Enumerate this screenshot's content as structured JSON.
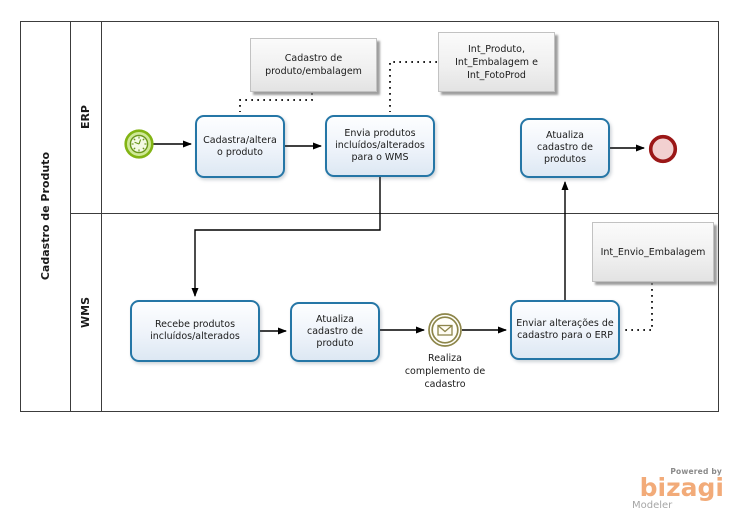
{
  "pool": {
    "title": "Cadastro de Produto",
    "lanes": [
      {
        "label": "ERP"
      },
      {
        "label": "WMS"
      }
    ]
  },
  "tasks": {
    "cadastra": "Cadastra/altera o produto",
    "envia": "Envia produtos incluídos/alterados para o WMS",
    "atualiza_erp": "Atualiza cadastro de produtos",
    "recebe": "Recebe produtos incluídos/alterados",
    "atualiza_wms": "Atualiza cadastro de produto",
    "enviar_alteracoes": "Enviar alterações de cadastro para o ERP"
  },
  "annotations": {
    "cadastro_embalagem": "Cadastro de produto/embalagem",
    "int_produto": "Int_Produto, Int_Embalagem e Int_FotoProd",
    "int_envio": "Int_Envio_Embalagem"
  },
  "events": {
    "start": {
      "type": "timer-start-event",
      "color": "#82b414"
    },
    "end": {
      "type": "end-event",
      "color": "#9b1717"
    },
    "message": {
      "type": "intermediate-message-event",
      "color": "#8d864a",
      "label": "Realiza complemento de cadastro"
    }
  },
  "logo": {
    "powered_by": "Powered by",
    "brand": "bizagi",
    "product": "Modeler",
    "brand_color": "#f2ab79"
  },
  "colors": {
    "task_border": "#2576a6",
    "task_fill_top": "#fdfeff",
    "task_fill_bottom": "#dde8f3",
    "pool_line": "#3c3c3c",
    "annotation_fill": "#efefef"
  }
}
